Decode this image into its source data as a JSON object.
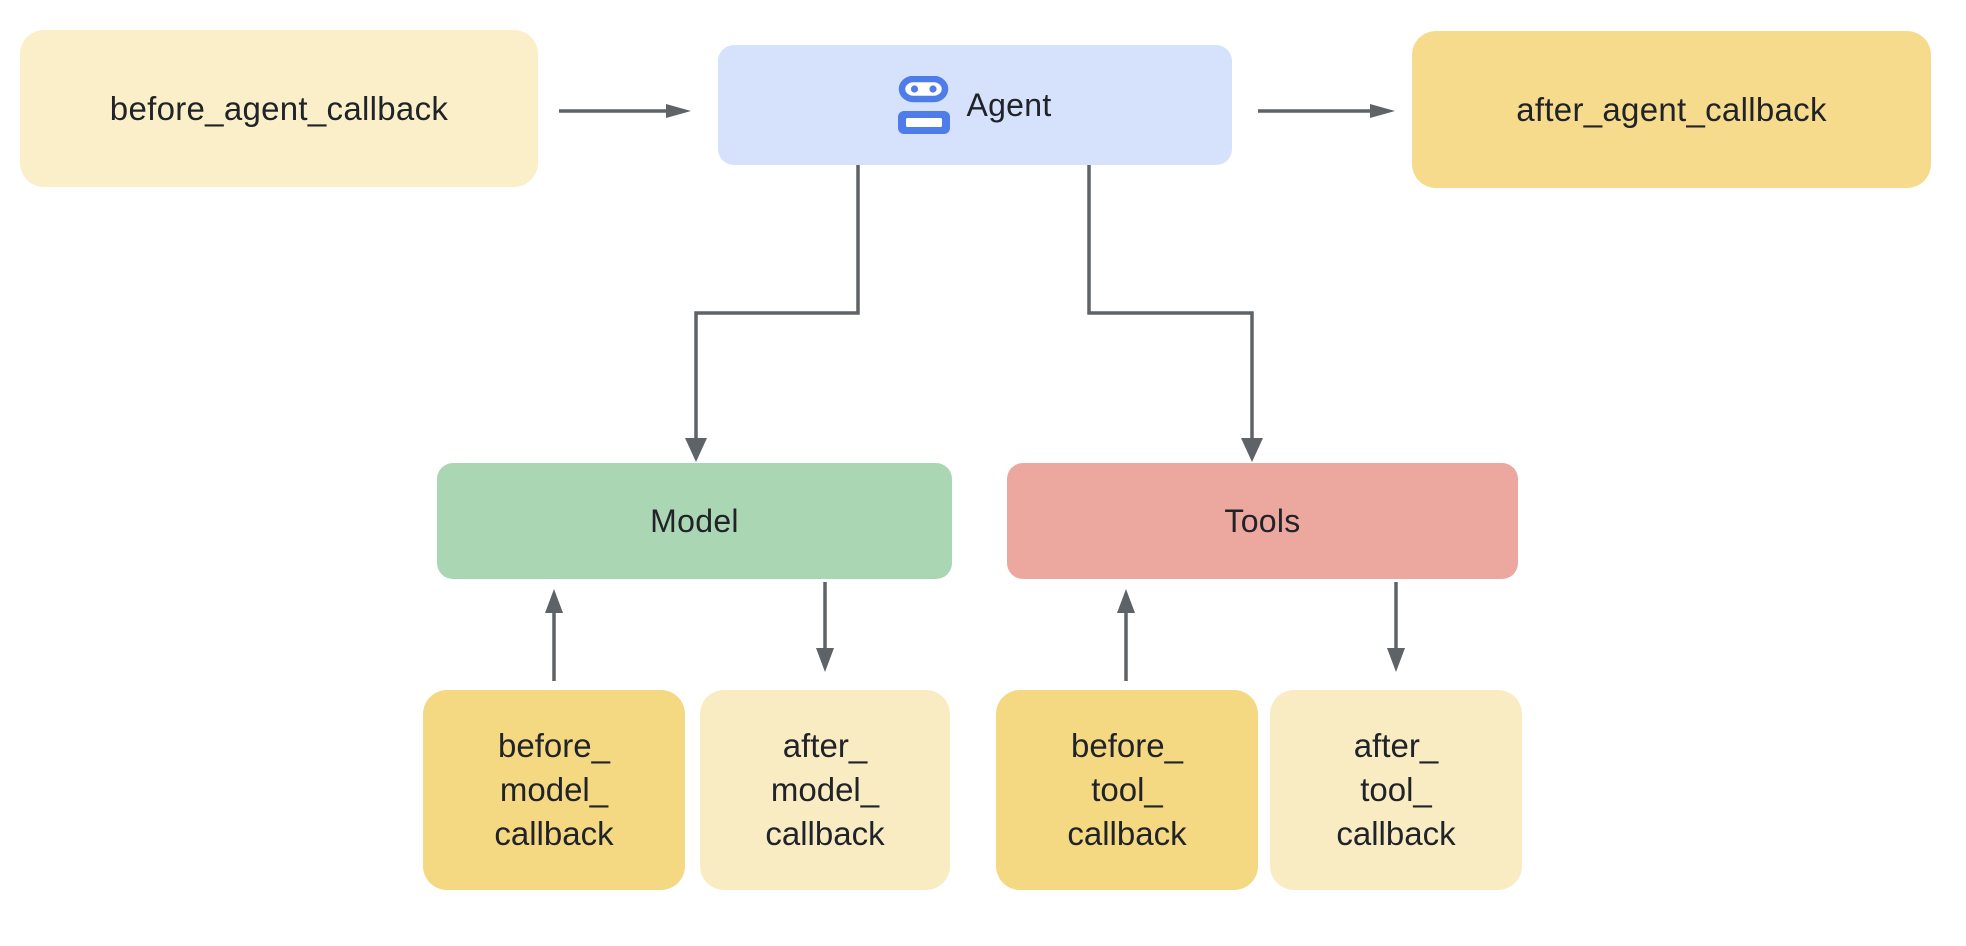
{
  "diagram": {
    "nodes": {
      "before_agent": {
        "label": "before_agent_callback"
      },
      "agent": {
        "label": "Agent",
        "icon": "robot-icon"
      },
      "after_agent": {
        "label": "after_agent_callback"
      },
      "model": {
        "label": "Model"
      },
      "tools": {
        "label": "Tools"
      },
      "before_model": {
        "label": [
          "before_",
          "model_",
          "callback"
        ]
      },
      "after_model": {
        "label": [
          "after_",
          "model_",
          "callback"
        ]
      },
      "before_tool": {
        "label": [
          "before_",
          "tool_",
          "callback"
        ]
      },
      "after_tool": {
        "label": [
          "after_",
          "tool_",
          "callback"
        ]
      }
    },
    "edges": [
      {
        "from": "before_agent_callback",
        "to": "Agent"
      },
      {
        "from": "Agent",
        "to": "after_agent_callback"
      },
      {
        "from": "Agent",
        "to": "Model"
      },
      {
        "from": "Agent",
        "to": "Tools"
      },
      {
        "from": "before_model_callback",
        "to": "Model"
      },
      {
        "from": "Model",
        "to": "after_model_callback"
      },
      {
        "from": "before_tool_callback",
        "to": "Tools"
      },
      {
        "from": "Tools",
        "to": "after_tool_callback"
      }
    ],
    "colors": {
      "agent_fill": "#D6E2FB",
      "icon_blue": "#4E7DE9",
      "cream_light": "#FAEFC9",
      "cream": "#F9ECC3",
      "gold_light": "#F6DB8D",
      "gold": "#F5D882",
      "model_green": "#ABD6B3",
      "tools_red": "#ECA89F",
      "arrow_gray": "#5E6368",
      "text": "#202328"
    }
  }
}
